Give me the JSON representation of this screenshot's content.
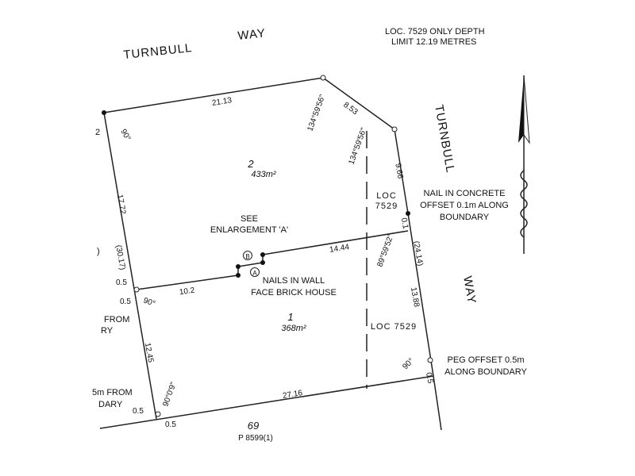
{
  "map": {
    "roads": {
      "top_left": "TURNBULL",
      "top_right": "WAY",
      "right_upper": "TURNBULL",
      "right_lower": "WAY"
    },
    "depth_note": {
      "line1": "LOC. 7529 ONLY DEPTH",
      "line2": "LIMIT 12.19 METRES"
    },
    "lots": {
      "lot2": {
        "number": "2",
        "area": "433m²"
      },
      "lot1": {
        "number": "1",
        "area": "368m²"
      },
      "lot69": {
        "number": "69",
        "plan": "P 8599(1)"
      }
    },
    "locations": {
      "upper": {
        "line1": "LOC",
        "line2": "7529"
      },
      "lower": "LOC 7529"
    },
    "notes": {
      "enlargement": {
        "line1": "SEE",
        "line2": "ENLARGEMENT 'A'"
      },
      "nails_wall": {
        "line1": "NAILS IN WALL",
        "line2": "FACE BRICK HOUSE"
      },
      "nail_concrete": {
        "line1": "NAIL IN CONCRETE",
        "line2": "OFFSET 0.1m ALONG",
        "line3": "BOUNDARY"
      },
      "peg_offset": {
        "line1": "PEG OFFSET 0.5m",
        "line2": "ALONG BOUNDARY"
      },
      "left_partial_1": {
        "line1": "FROM",
        "line2": "RY"
      },
      "left_partial_2": {
        "line1": "5m FROM",
        "line2": "DARY"
      },
      "left_partial_0": "2",
      "left_partial_bracket": ")"
    },
    "markers": {
      "a": "A",
      "b": "B"
    },
    "dimensions": {
      "top": "21.13",
      "top_right": "8.53",
      "right_top": "9.66",
      "right_mid": "(24.14)",
      "right_low": "13.88",
      "right_gap": "0.1",
      "left_upper": "17.72",
      "left_bracket": "(30.17)",
      "left_lower": "12.45",
      "divider_right": "14.44",
      "divider_left": "10.2",
      "bottom": "27.16",
      "offset_left_mid": "0.5",
      "offset_left_mid2": "0.5",
      "offset_bottom_left": "0.5",
      "offset_bottom_left2": "0.5",
      "offset_right_peg": "0.5"
    },
    "angles": {
      "top_left": "90°",
      "top_right_1": "134°59'56\"",
      "top_right_2": "134°59'56\"",
      "divider_right": "89°59'52\"",
      "left_mid": "90°",
      "bottom_left": "90°0'9\"",
      "bottom_right": "90°"
    }
  }
}
